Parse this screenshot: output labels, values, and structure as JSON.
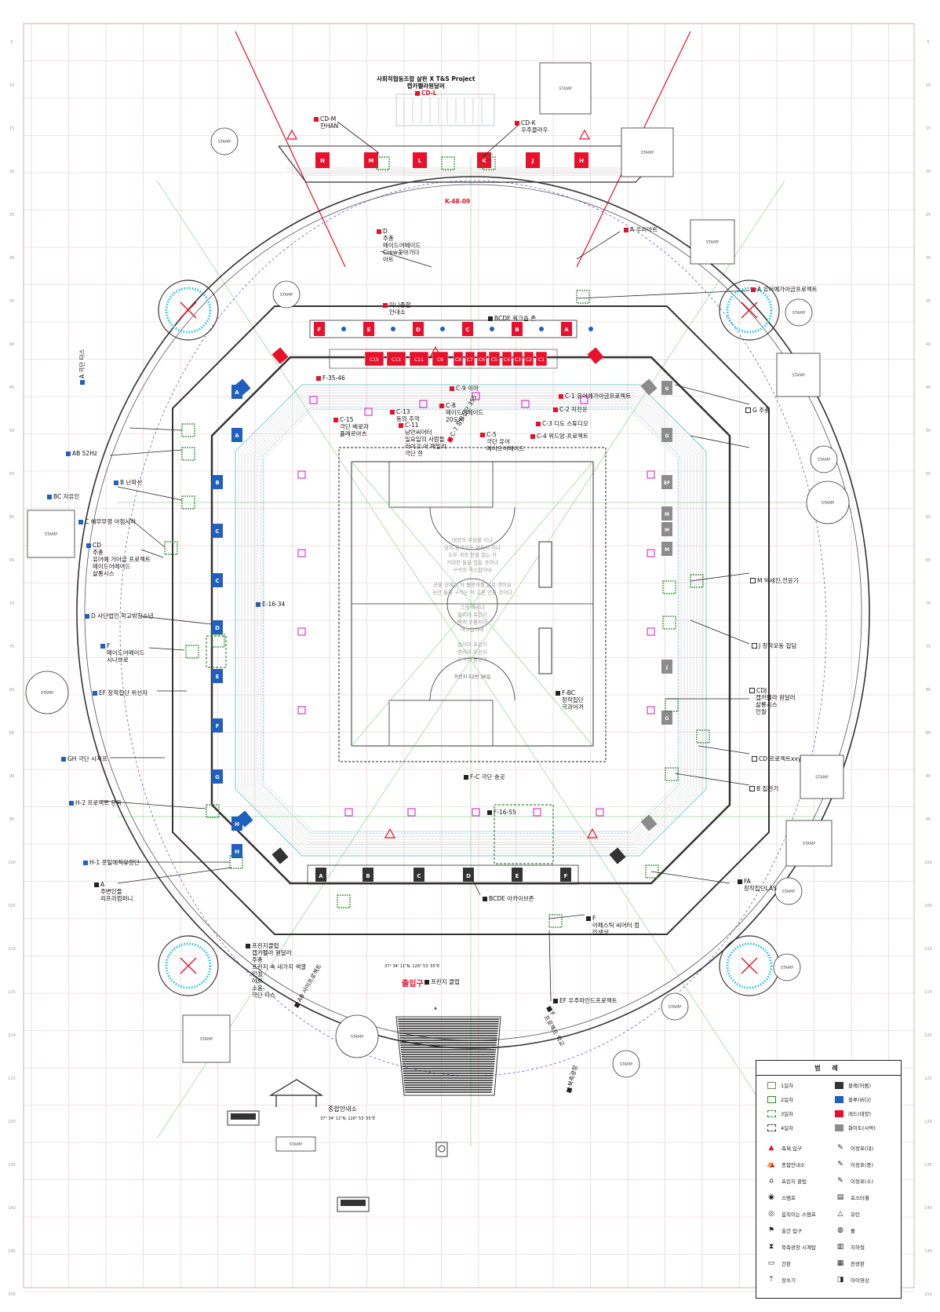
{
  "colors": {
    "accent_red": "#e8102a",
    "blue": "#1f5fbf",
    "dark": "#333333",
    "grey": "#8c8c8c",
    "green": "#2e8b2e",
    "cyan": "#25c3e0",
    "magenta": "#d83bd2",
    "grid": "#e6c8c8"
  },
  "header_booth": {
    "title": "사회적협동조합 살판 X T&S Project",
    "subtitle": "캡카펠라원달러",
    "code": "CD-L"
  },
  "k_label": "K-48-09",
  "main_entrance": "출입구",
  "info_center": {
    "title": "종합안내소",
    "coord": "37° 34' 11\"N, 126° 53' 55\"E"
  },
  "coords": {
    "entrance": "37° 34' 11\"N, 126° 53' 55\"E",
    "top": "37° 34' 11\"N, 126° 53' 55\"E"
  },
  "stamp": "STAMP",
  "labels": [
    {
      "id": "cd-m",
      "kind": "r",
      "text": "CD-M\n한HAN"
    },
    {
      "id": "cd-k",
      "kind": "r",
      "text": "CD-K\n우주클라우"
    },
    {
      "id": "d-top",
      "kind": "r",
      "text": "D\n주총\n메이드어메이드\nCrew꽃아가다\n아트"
    },
    {
      "id": "a-mart",
      "kind": "r",
      "text": "A 우리아트"
    },
    {
      "id": "a-uuk",
      "kind": "r",
      "text": "A 유어예가아금프로젝트"
    },
    {
      "id": "info-small",
      "kind": "r",
      "text": "미니종합\n안내소"
    },
    {
      "id": "bcde",
      "kind": "k",
      "text": "BCDE 워크숍 존"
    },
    {
      "id": "f35",
      "kind": "r",
      "text": "F-35-46"
    },
    {
      "id": "c9",
      "kind": "r",
      "text": "C-9 이마"
    },
    {
      "id": "c1",
      "kind": "r",
      "text": "C-1 유어예가아금프로젝트"
    },
    {
      "id": "c8",
      "kind": "r",
      "text": "C-8\n메이드어메이드\n20도씨"
    },
    {
      "id": "c2",
      "kind": "r",
      "text": "C-2 지진운"
    },
    {
      "id": "c15",
      "kind": "r",
      "text": "C-15\n극단 베로자\n플레르아츠"
    },
    {
      "id": "c13",
      "kind": "r",
      "text": "C-13\n동의 추억"
    },
    {
      "id": "c11",
      "kind": "r",
      "text": "C-11\n낭만씨어터\n일요일의 사람들\n라이크 어 패밀리\n극단 현"
    },
    {
      "id": "c7",
      "kind": "r",
      "text": "C-7 참작집단 355"
    },
    {
      "id": "c5",
      "kind": "r",
      "text": "C-5\n극단 유어\n메이드어메이드"
    },
    {
      "id": "c3",
      "kind": "r",
      "text": "C-3 디도 스튜디오"
    },
    {
      "id": "c4",
      "kind": "r",
      "text": "C-4 위드앙 프로젝트"
    },
    {
      "id": "a-talk",
      "kind": "b",
      "text": "A 극단 타스"
    },
    {
      "id": "ab",
      "kind": "b",
      "text": "AB 52Hz"
    },
    {
      "id": "b-nan",
      "kind": "b",
      "text": "B 난파선"
    },
    {
      "id": "bc",
      "kind": "b",
      "text": "BC 자유인"
    },
    {
      "id": "c-ha",
      "kind": "b",
      "text": "C 해무무영 아첨사라"
    },
    {
      "id": "cd-left",
      "kind": "b",
      "text": "CD\n주총\n유어예 가아금 프로젝트\n메이드어메이드\n살롱시스"
    },
    {
      "id": "d-sa",
      "kind": "b",
      "text": "D 사단법인 학교밖청소년"
    },
    {
      "id": "e16",
      "kind": "b",
      "text": "E-16-34"
    },
    {
      "id": "f-left",
      "kind": "b",
      "text": "F\n메이드어메이드\n시나브로"
    },
    {
      "id": "ef",
      "kind": "b",
      "text": "EF 창작집단 위선자"
    },
    {
      "id": "gh",
      "kind": "b",
      "text": "GH 극단 시지프"
    },
    {
      "id": "h2",
      "kind": "b",
      "text": "H-2 프로젝트 문득"
    },
    {
      "id": "h1",
      "kind": "b",
      "text": "H-1 콧털에직유랑단"
    },
    {
      "id": "a-bottom",
      "kind": "k",
      "text": "A\n주변인들\n리프리컴퍼니"
    },
    {
      "id": "g-r",
      "kind": "o",
      "text": "G 주총"
    },
    {
      "id": "m-r",
      "kind": "o",
      "text": "M 박세진,전윤기"
    },
    {
      "id": "j-r",
      "kind": "o",
      "text": "J 창작모동 잡담"
    },
    {
      "id": "cdj",
      "kind": "o",
      "text": "CDJ\n캡카펠라 원달러\n살롱시스\n인월"
    },
    {
      "id": "cd-r",
      "kind": "o",
      "text": "CD 프로젝트xxy"
    },
    {
      "id": "b-r",
      "kind": "o",
      "text": "B 집현기"
    },
    {
      "id": "fbc",
      "kind": "k",
      "text": "F-BC\n창작집단\n극과어겨"
    },
    {
      "id": "fc",
      "kind": "k",
      "text": "F-C 극단 송곳"
    },
    {
      "id": "f16",
      "kind": "k",
      "text": "F-16-55"
    },
    {
      "id": "bcde2",
      "kind": "k",
      "text": "BCDE 아카이브존"
    },
    {
      "id": "fa",
      "kind": "k",
      "text": "FA\n창작집단LAS"
    },
    {
      "id": "f-bottom",
      "kind": "k",
      "text": "F\n아페스틱 씨어터 컴\n인생샷"
    },
    {
      "id": "ef-bottom",
      "kind": "k",
      "text": "EF 우주마인드프로젝트"
    },
    {
      "id": "club",
      "kind": "k",
      "text": "프린지클럽\n캡카펠라 원달러\n주총\n프린지 속 네가지 색깔\n인월\n아트\n소움\n극단 타스"
    },
    {
      "id": "ab-bottom",
      "kind": "k",
      "text": "AB 사이프로젝트"
    },
    {
      "id": "f-pro",
      "kind": "k",
      "text": "F\n프로젝트 학교"
    },
    {
      "id": "fringe",
      "kind": "k",
      "text": "프린지 클럽"
    },
    {
      "id": "plaza",
      "kind": "k",
      "text": "북측광장"
    }
  ],
  "field_text": [
    "태양의 무덤을 지나",
    "달의 틈새로는 어둠이 지나",
    "스무 개의 창을 열는 자",
    "거대한 돌을 밀을 것이나",
    "구석의 역소잡아바",
    "",
    "긍을 산에는 저 돌봉이를 될로 것이요",
    "동반 돌을 구석는 저 고운 만을 것이다",
    "",
    "그게 뭐지냐",
    "멀지마 프린지",
    "멀게 뜨롬지다",
    "역소잡아바",
    "",
    "멀지마 프린지",
    "멀리마 프린지",
    "구석의 돌봉이"
  ],
  "field_sign": "프린지 52번 36일",
  "top_blocks": [
    "N",
    "M",
    "L",
    "K",
    "J",
    "H"
  ],
  "row2_blocks": [
    "F",
    "E",
    "D",
    "C",
    "B",
    "A"
  ],
  "red_seats": [
    "C15",
    "C13",
    "C11",
    "C9",
    "C8",
    "C7",
    "C6",
    "C5",
    "C4",
    "C3",
    "C2",
    "C1"
  ],
  "bottom_blocks": [
    "A",
    "B",
    "C",
    "D",
    "E",
    "F"
  ],
  "left_blocks": [
    "A",
    "A",
    "B",
    "C",
    "C",
    "D",
    "E",
    "F",
    "G",
    "H",
    "H"
  ],
  "right_blocks": [
    "G",
    "G",
    "EF",
    "M",
    "M",
    "M",
    "J",
    "G"
  ],
  "legend": {
    "title": "범 례",
    "swatches": [
      {
        "label": "1일차",
        "color": "#ffffff",
        "style": "solid",
        "border": "#6a8a6a"
      },
      {
        "label": "2일차",
        "color": "#ffffff",
        "style": "solid",
        "border": "#2e8b2e"
      },
      {
        "label": "3일차",
        "color": "#ffffff",
        "style": "dashed",
        "border": "#2e8b2e"
      },
      {
        "label": "4일차",
        "color": "#ffffff",
        "style": "dashed",
        "border": "#1a4f1a"
      },
      {
        "label": "블랙(어둠)",
        "color": "#333333"
      },
      {
        "label": "블루(바다)",
        "color": "#1f5fbf"
      },
      {
        "label": "레드(태양)",
        "color": "#e8102a"
      },
      {
        "label": "화이트(사막)",
        "color": "#8c8c8c"
      }
    ],
    "icons_left": [
      {
        "label": "축제 입구",
        "icon": "triangle-icon",
        "glyph": "▲"
      },
      {
        "label": "종합안내소",
        "icon": "tent-icon",
        "glyph": "⛺"
      },
      {
        "label": "프린지 클럽",
        "icon": "club-icon",
        "glyph": "⌂"
      },
      {
        "label": "스탬프",
        "icon": "stamp-icon",
        "glyph": "◉"
      },
      {
        "label": "움직이는 스탬프",
        "icon": "moving-stamp-icon",
        "glyph": "◎"
      },
      {
        "label": "출간 입구",
        "icon": "flag-icon",
        "glyph": "⚑"
      },
      {
        "label": "북측광장 시계탑",
        "icon": "clock-icon",
        "glyph": "⧗"
      },
      {
        "label": "간판",
        "icon": "sign-icon",
        "glyph": "▭"
      },
      {
        "label": "장수기",
        "icon": "pole-icon",
        "glyph": "⍑"
      }
    ],
    "icons_right": [
      {
        "label": "이정표(대)",
        "icon": "signpost-large-icon",
        "glyph": "✎"
      },
      {
        "label": "이정표(중)",
        "icon": "signpost-mid-icon",
        "glyph": "✎"
      },
      {
        "label": "이정표(소)",
        "icon": "signpost-small-icon",
        "glyph": "✎"
      },
      {
        "label": "포스터월",
        "icon": "poster-icon",
        "glyph": "▤"
      },
      {
        "label": "유턴",
        "icon": "uturn-icon",
        "glyph": "△"
      },
      {
        "label": "돌",
        "icon": "stone-icon",
        "glyph": "◍"
      },
      {
        "label": "지하철",
        "icon": "subway-icon",
        "glyph": "▥"
      },
      {
        "label": "전광판",
        "icon": "screen-icon",
        "glyph": "▦"
      },
      {
        "label": "아이영상",
        "icon": "video-icon",
        "glyph": "◨"
      }
    ]
  }
}
